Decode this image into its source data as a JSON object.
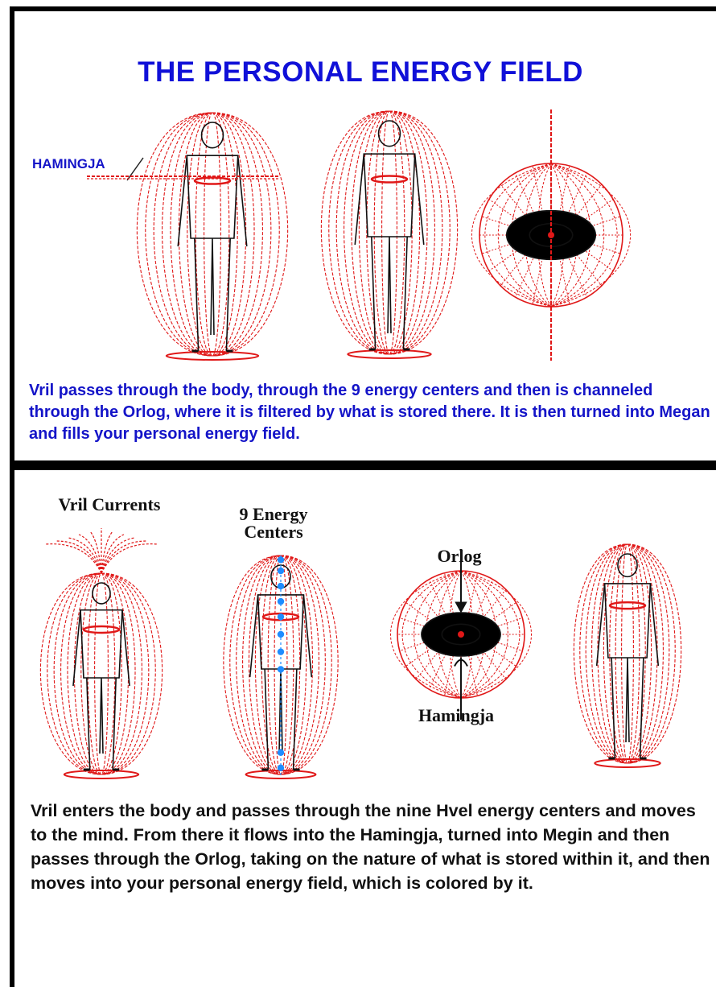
{
  "top_panel": {
    "title": "THE PERSONAL ENERGY FIELD",
    "label_hamingja": "HAMINGJA",
    "caption": "Vril passes through the body, through the 9 energy centers and then is channeled through the Orlog, where it is filtered by what is stored there.  It is then turned into Megan and fills your personal energy field."
  },
  "bottom_panel": {
    "label_vril_currents": "Vril Currents",
    "label_energy_centers_line1": "9 Energy",
    "label_energy_centers_line2": "Centers",
    "label_orlog": "Orlog",
    "label_hamingja": "Hamingja",
    "caption": "Vril enters the body and passes through the nine Hvel energy centers and moves to the mind.  From there it flows into the Hamingja, turned into Megin and then passes through the Orlog, taking on the nature of what is stored within it, and then moves into your personal energy field, which is colored by it."
  },
  "colors": {
    "title": "#1010d8",
    "field_lines": "#e01818",
    "energy_centers": "#1e8cff",
    "figure": "#111111"
  }
}
